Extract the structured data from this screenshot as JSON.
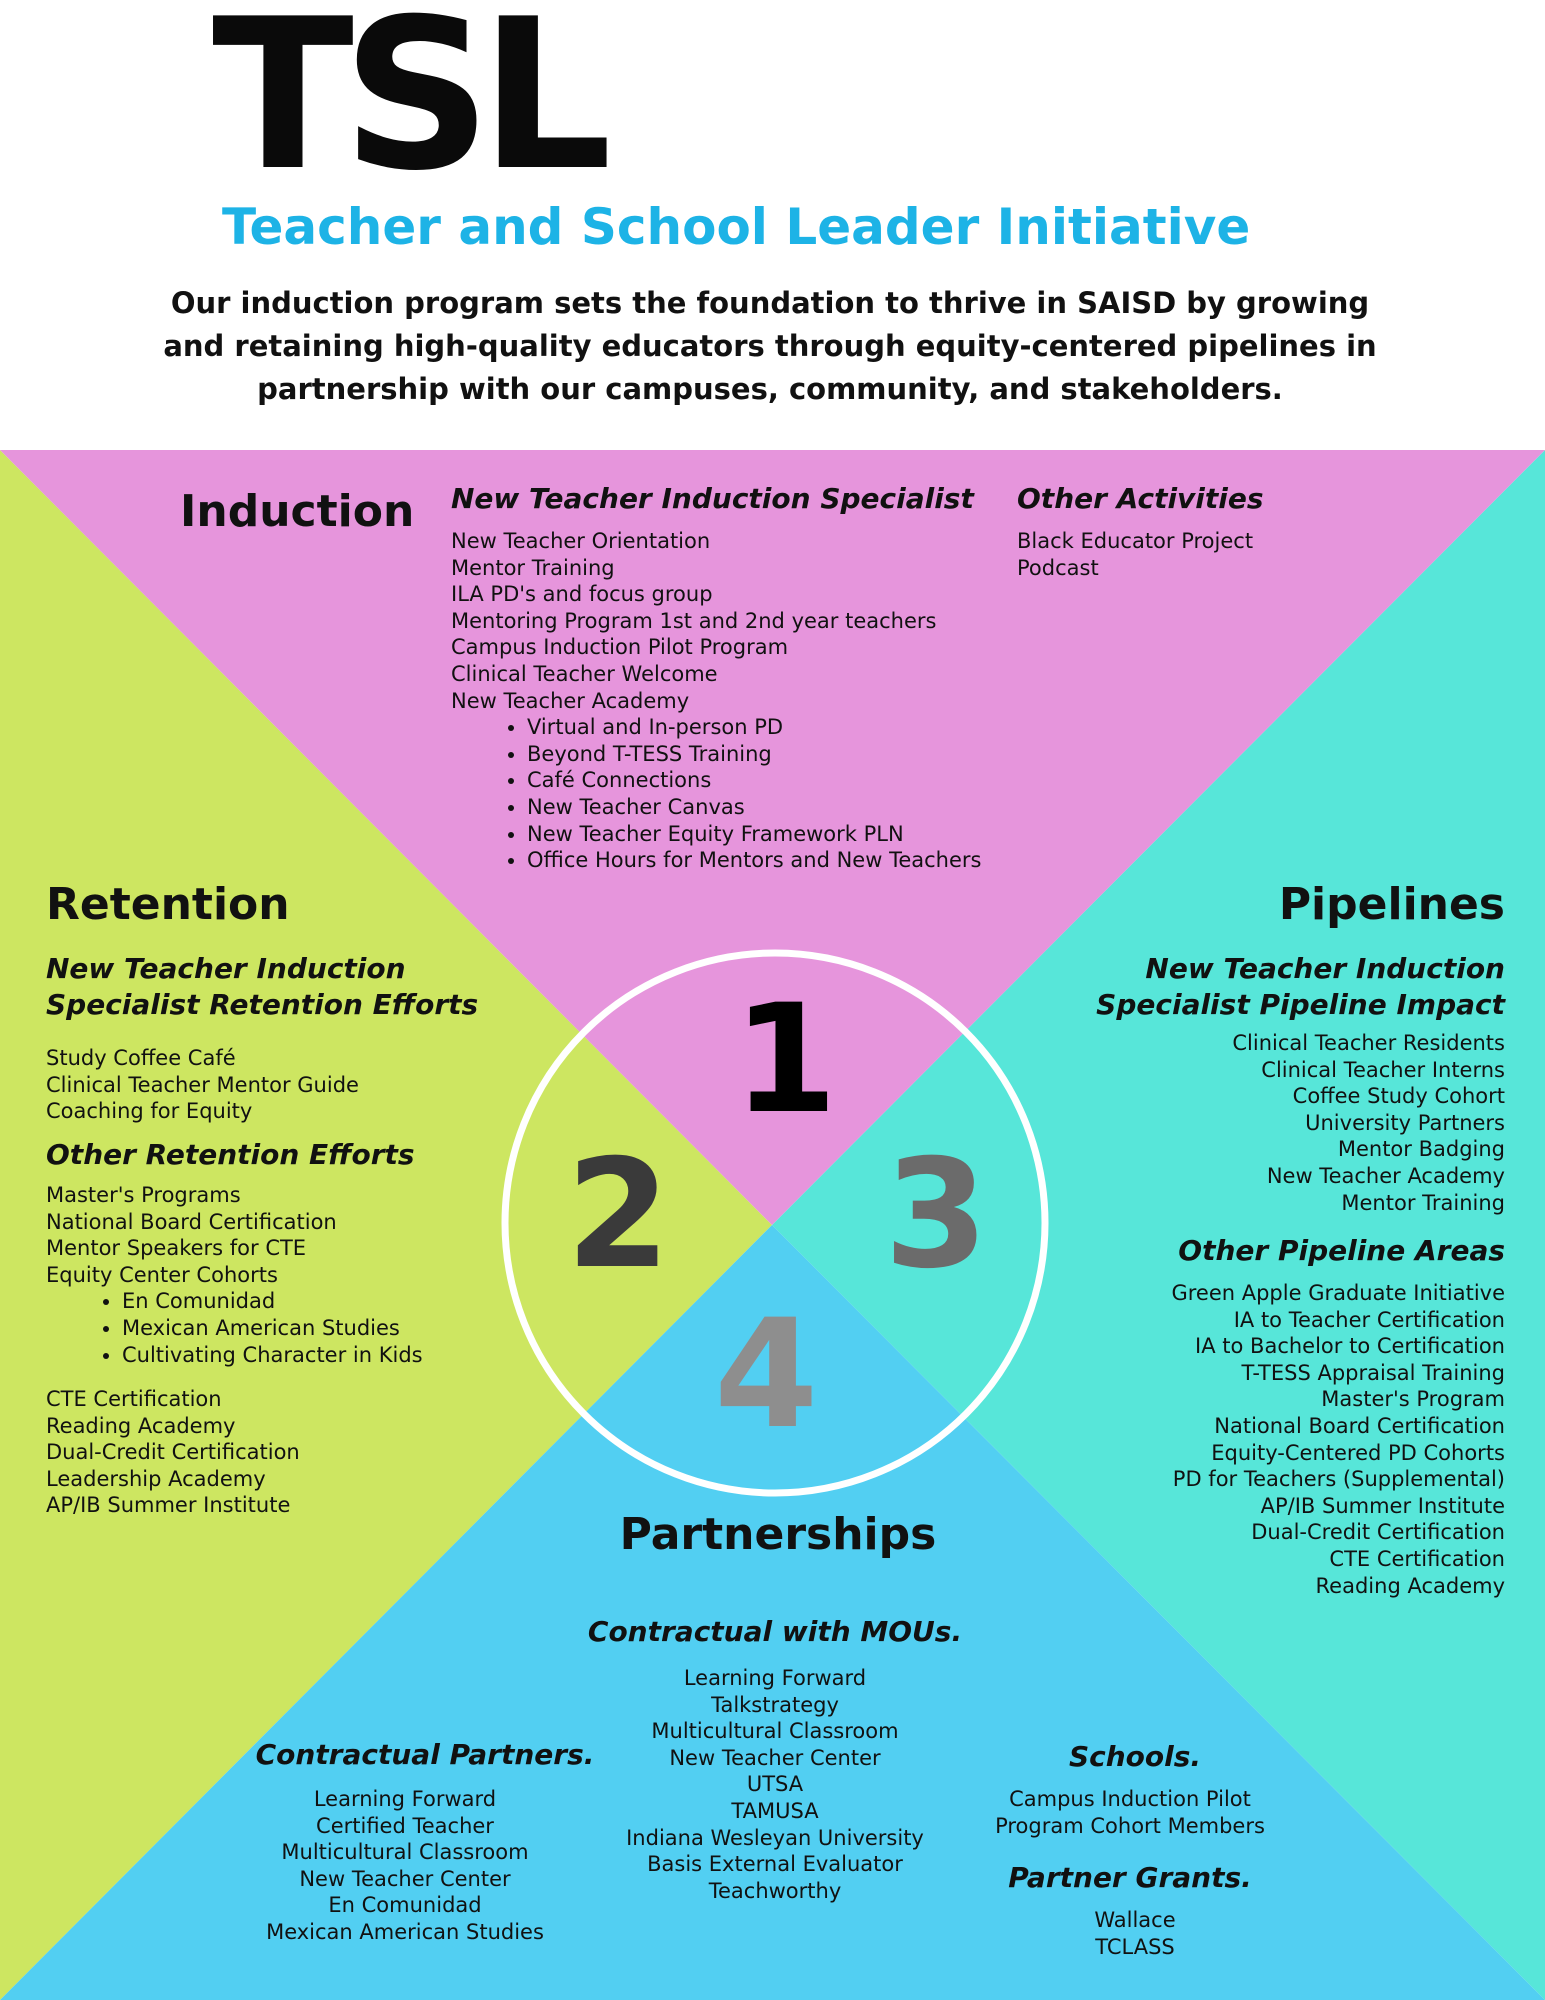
{
  "header": {
    "logo": "TSL",
    "subtitle": "Teacher and School Leader Initiative",
    "mission_lines": [
      "Our induction program sets the foundation to thrive in SAISD by growing",
      "and retaining high-quality educators through equity-centered pipelines in",
      "partnership with our campuses, community, and stakeholders."
    ]
  },
  "colors": {
    "induction": "#e695dc",
    "retention": "#cde661",
    "pipelines": "#57e6d9",
    "partnerships": "#52cff2",
    "subtitle": "#1db3e6"
  },
  "numbers": {
    "one": "1",
    "two": "2",
    "three": "3",
    "four": "4"
  },
  "induction": {
    "title": "Induction",
    "specialist_heading": "New Teacher Induction Specialist",
    "specialist_items": [
      "New Teacher Orientation",
      "Mentor Training",
      "ILA PD's and focus group",
      "Mentoring Program 1st and 2nd year teachers",
      "Campus Induction Pilot Program",
      "Clinical Teacher Welcome",
      "New Teacher Academy"
    ],
    "academy_bullets": [
      "Virtual and In-person PD",
      "Beyond T-TESS Training",
      "Café Connections",
      "New Teacher Canvas",
      "New Teacher Equity Framework PLN",
      "Office Hours for Mentors and New Teachers"
    ],
    "other_heading": "Other Activities",
    "other_items": [
      "Black Educator Project",
      "Podcast"
    ]
  },
  "retention": {
    "title": "Retention",
    "specialist_heading_lines": [
      "New Teacher Induction",
      "Specialist Retention Efforts"
    ],
    "specialist_items": [
      "Study Coffee Café",
      "Clinical Teacher Mentor Guide",
      "Coaching for Equity"
    ],
    "other_heading": "Other Retention Efforts",
    "other_items": [
      "Master's Programs",
      "National Board Certification",
      "Mentor Speakers for CTE",
      "Equity Center Cohorts"
    ],
    "equity_bullets": [
      "En Comunidad",
      "Mexican American Studies",
      "Cultivating Character in Kids"
    ],
    "more_items": [
      "CTE Certification",
      "Reading Academy",
      "Dual-Credit Certification",
      "Leadership Academy",
      "AP/IB Summer Institute"
    ]
  },
  "pipelines": {
    "title": "Pipelines",
    "specialist_heading_lines": [
      "New Teacher Induction ",
      "Specialist Pipeline Impact"
    ],
    "specialist_items": [
      "Clinical Teacher Residents",
      "Clinical Teacher Interns",
      "Coffee Study Cohort",
      "University Partners",
      "Mentor Badging",
      "New Teacher Academy",
      "Mentor Training"
    ],
    "other_heading": "Other Pipeline Areas",
    "other_items": [
      "Green Apple Graduate Initiative",
      "IA to Teacher Certification",
      "IA to Bachelor to Certification",
      "T-TESS Appraisal Training",
      "Master's Program",
      "National Board Certification",
      "Equity-Centered PD Cohorts",
      "PD for Teachers (Supplemental)",
      "AP/IB Summer Institute",
      "Dual-Credit Certification",
      "CTE Certification",
      "Reading Academy "
    ]
  },
  "partnerships": {
    "title": "Partnerships",
    "mou_heading": "Contractual with MOUs.",
    "mou_items": [
      "Learning Forward",
      "Talkstrategy",
      "Multicultural Classroom",
      "New Teacher Center",
      "UTSA",
      "TAMUSA",
      "Indiana Wesleyan University",
      "Basis External Evaluator",
      "Teachworthy"
    ],
    "contractual_heading": "Contractual Partners.",
    "contractual_items": [
      "Learning Forward",
      "Certified Teacher",
      "Multicultural Classroom",
      "New Teacher Center",
      "En Comunidad",
      "Mexican American Studies"
    ],
    "schools_heading": "Schools.",
    "schools_items": [
      "Campus Induction Pilot",
      "Program Cohort Members"
    ],
    "grants_heading": "Partner Grants.",
    "grants_items": [
      "Wallace",
      "TCLASS"
    ]
  }
}
